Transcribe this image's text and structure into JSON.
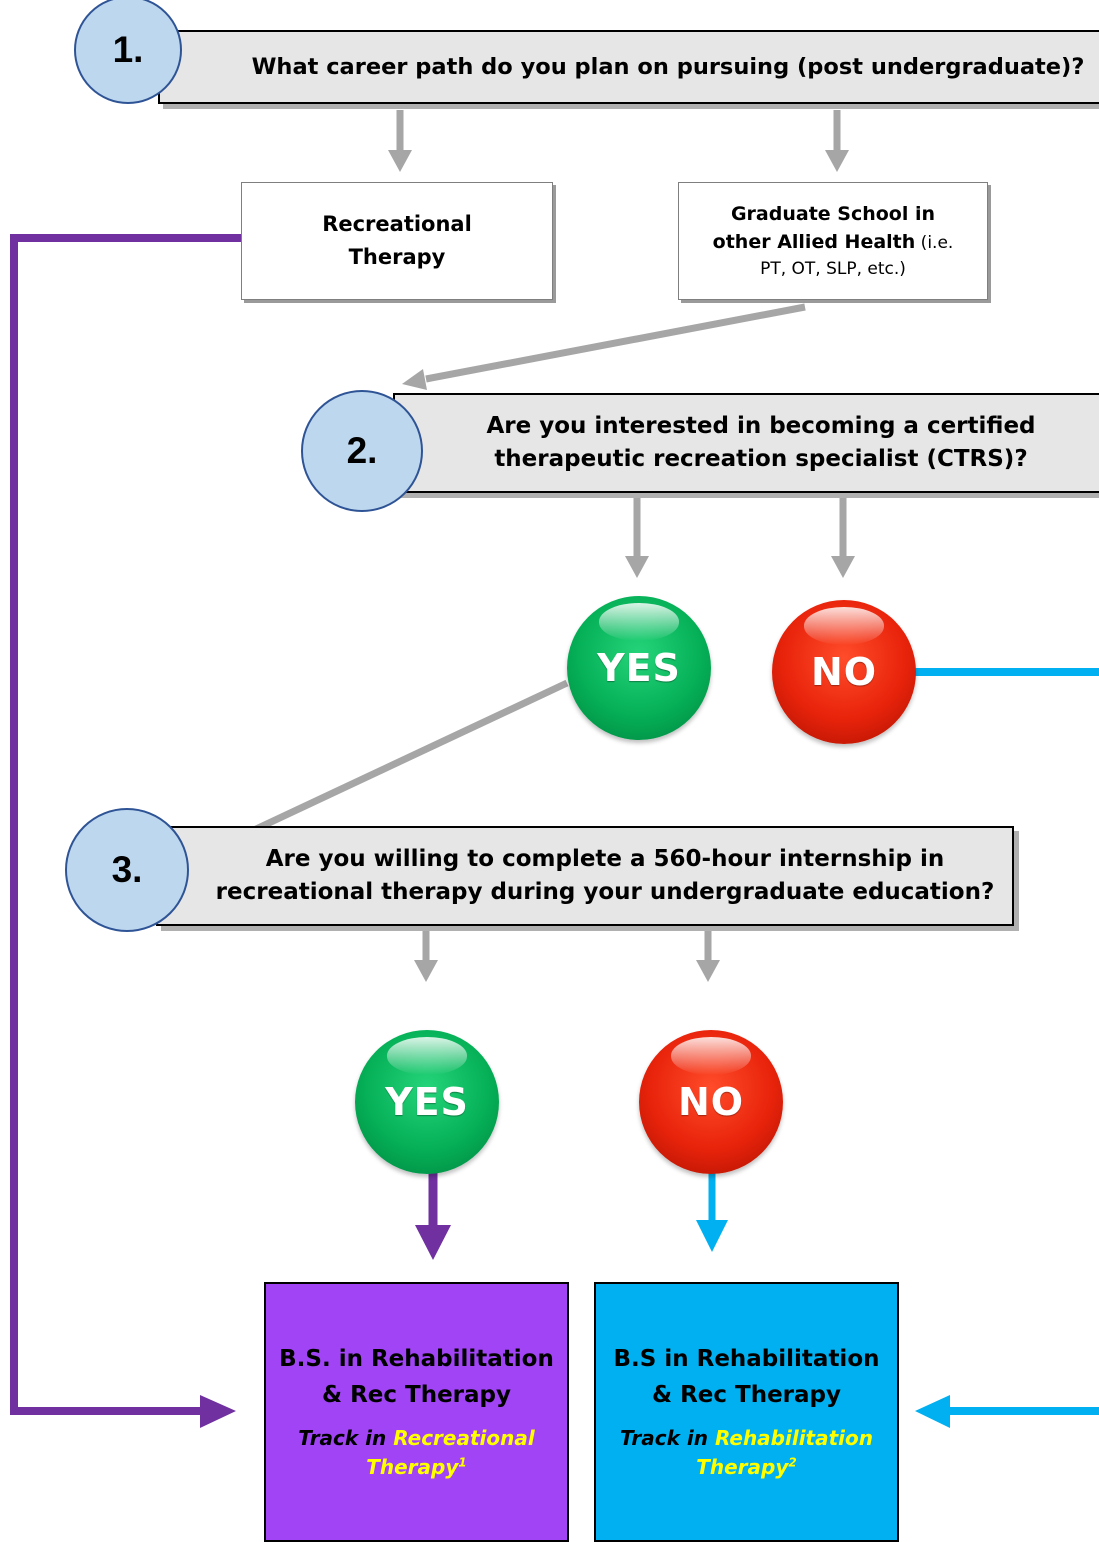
{
  "colors": {
    "purple_path": "#7030a0",
    "blue_path": "#00b0f0",
    "gray_arrow": "#a6a6a6",
    "question_bar": "#e6e6e6",
    "number_circle": "#bdd7ee",
    "result_purple": "#a044f5",
    "result_blue": "#00b0f0"
  },
  "steps": [
    {
      "number": "1.",
      "question": [
        "What career path do you plan on pursuing (post undergraduate)?"
      ]
    },
    {
      "number": "2.",
      "question": [
        "Are you interested in becoming a certified",
        "therapeutic recreation specialist (CTRS)?"
      ]
    },
    {
      "number": "3.",
      "question": [
        "Are you willing to complete a 560-hour internship in",
        "recreational therapy during your undergraduate education?"
      ]
    }
  ],
  "career_options": {
    "rec_therapy": {
      "line1": "Recreational",
      "line2": "Therapy"
    },
    "grad_school": {
      "bold1": "Graduate School in",
      "bold2": "other Allied Health",
      "normal2": " (i.e.",
      "line3": "PT, OT, SLP, etc.)"
    }
  },
  "answers": {
    "yes": "YES",
    "no": "NO"
  },
  "results": [
    {
      "title1": "B.S. in Rehabilitation",
      "title2": "& Rec Therapy",
      "track_prefix": "Track in ",
      "track_hl1": "Recreational",
      "track_hl2": "Therapy",
      "footnote": "1"
    },
    {
      "title1": "B.S in Rehabilitation",
      "title2": "& Rec Therapy",
      "track_prefix": "Track in ",
      "track_hl1": "Rehabilitation",
      "track_hl2": "Therapy",
      "footnote": "2"
    }
  ]
}
